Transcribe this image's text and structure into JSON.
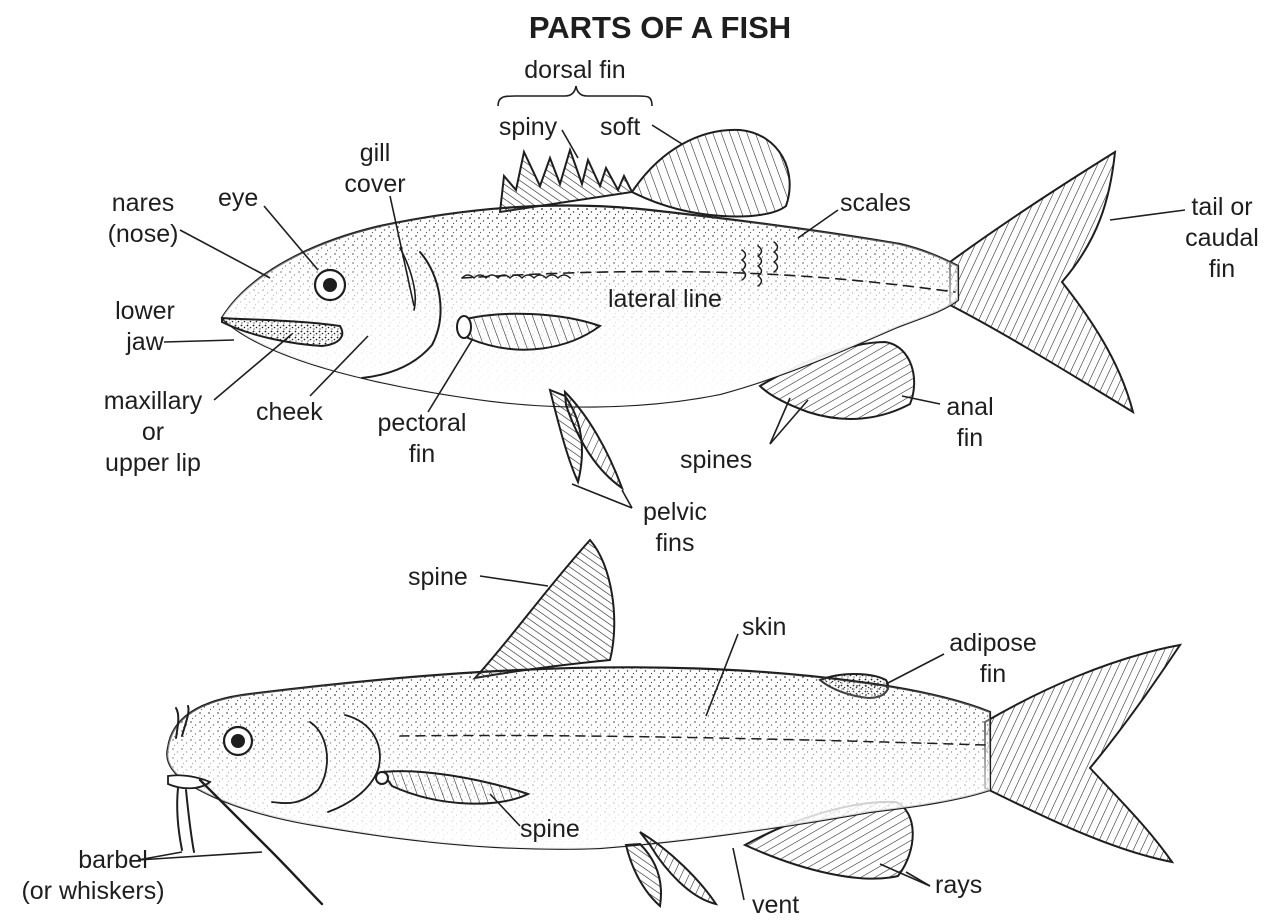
{
  "title": "PARTS OF A FISH",
  "labels": {
    "dorsal_fin": "dorsal fin",
    "spiny": "spiny",
    "soft": "soft",
    "gill_cover": [
      "gill",
      "cover"
    ],
    "eye": "eye",
    "nares": [
      "nares",
      "(nose)"
    ],
    "scales": "scales",
    "tail": [
      "tail or",
      "caudal",
      "fin"
    ],
    "lateral_line": "lateral line",
    "lower_jaw": [
      "lower",
      "jaw"
    ],
    "maxillary": [
      "maxillary",
      "or",
      "upper lip"
    ],
    "cheek": "cheek",
    "pectoral_fin": [
      "pectoral",
      "fin"
    ],
    "anal_fin": [
      "anal",
      "fin"
    ],
    "spines": "spines",
    "pelvic_fins": [
      "pelvic",
      "fins"
    ],
    "spine_top": "spine",
    "skin": "skin",
    "adipose_fin": [
      "adipose",
      "fin"
    ],
    "spine_bottom": "spine",
    "barbel": [
      "barbel",
      "(or whiskers)"
    ],
    "rays": "rays",
    "vent": "vent"
  },
  "colors": {
    "ink": "#1e1e1e",
    "paper": "#ffffff"
  }
}
